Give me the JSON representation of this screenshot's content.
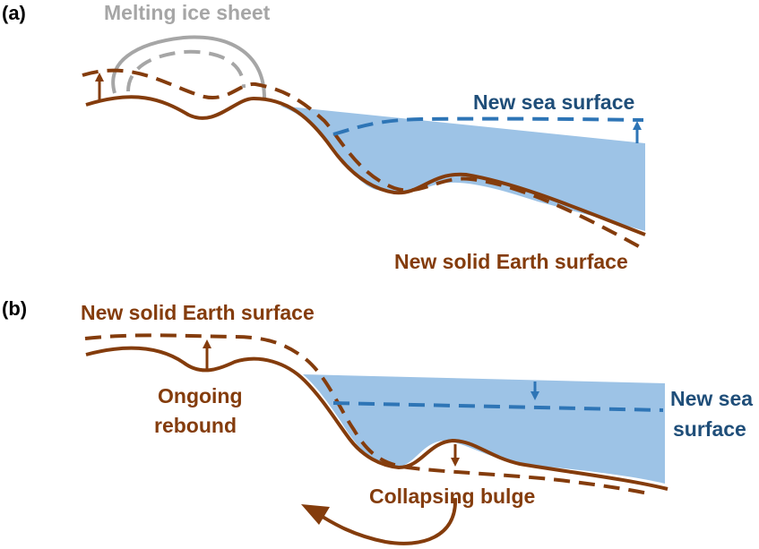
{
  "colors": {
    "earth": "#843c0c",
    "sea_line": "#2e75b6",
    "sea_fill": "#9dc3e6",
    "ice": "#a6a6a6",
    "sea_text": "#1f4e79"
  },
  "panel_a": {
    "label": "(a)",
    "ice_label": "Melting ice sheet",
    "sea_label": "New sea surface",
    "earth_label": "New solid Earth surface"
  },
  "panel_b": {
    "label": "(b)",
    "earth_label": "New solid Earth surface",
    "rebound_label_line1": "Ongoing",
    "rebound_label_line2": "rebound",
    "sea_label_line1": "New sea",
    "sea_label_line2": "surface",
    "bulge_label": "Collapsing bulge"
  }
}
